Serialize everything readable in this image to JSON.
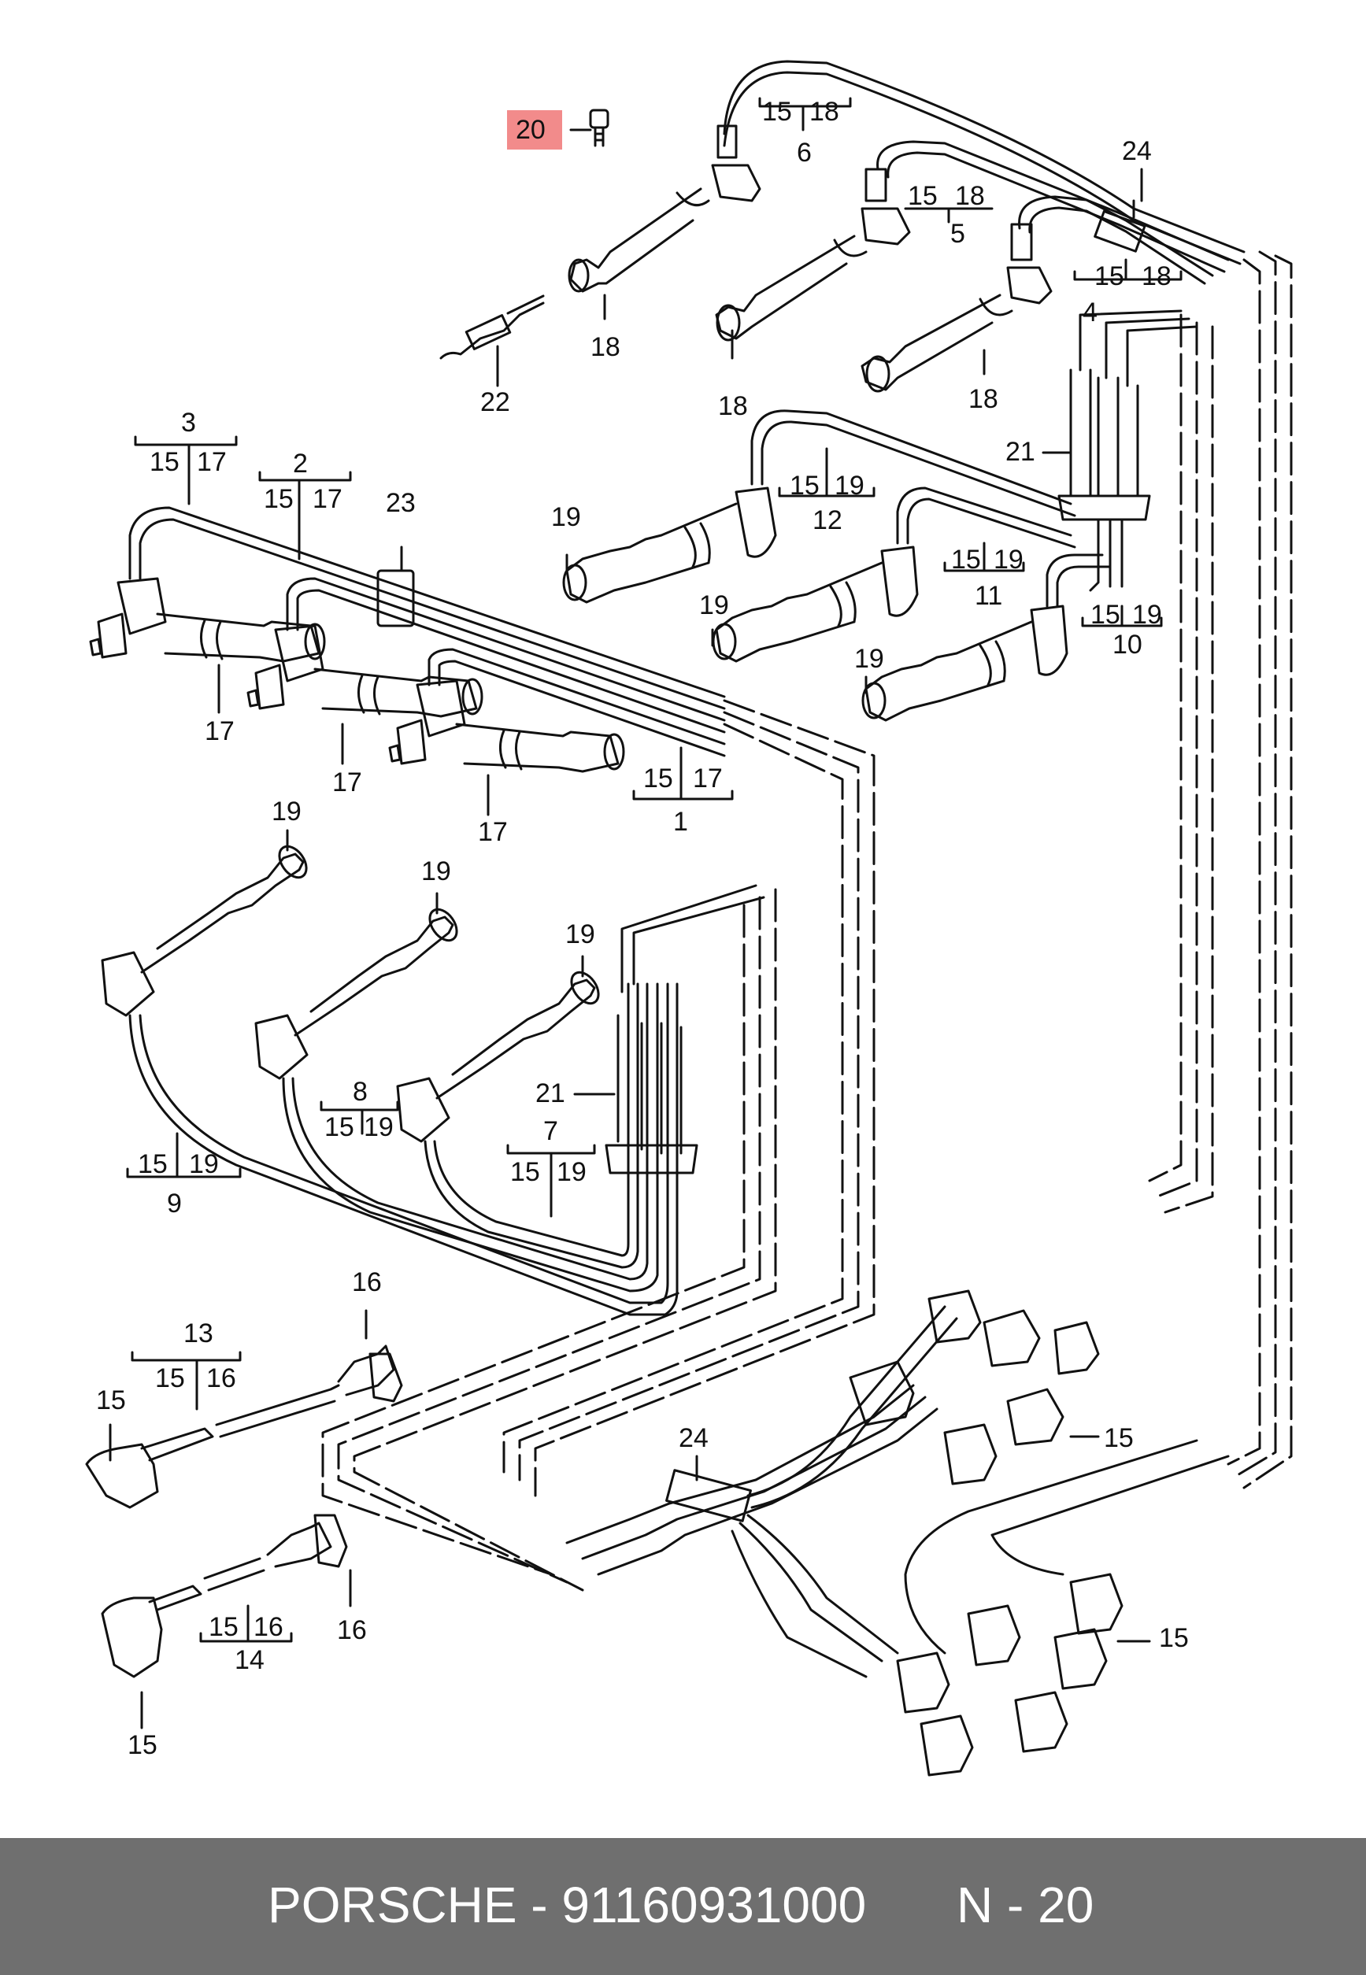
{
  "diagram": {
    "callouts": [
      {
        "id": "c20",
        "text": "20",
        "highlighted": true
      },
      {
        "id": "c6",
        "text": "6"
      },
      {
        "id": "c6a",
        "text": "15"
      },
      {
        "id": "c6b",
        "text": "18"
      },
      {
        "id": "c24a",
        "text": "24"
      },
      {
        "id": "c5",
        "text": "5"
      },
      {
        "id": "c5a",
        "text": "15"
      },
      {
        "id": "c5b",
        "text": "18"
      },
      {
        "id": "c4",
        "text": "4"
      },
      {
        "id": "c4a",
        "text": "15"
      },
      {
        "id": "c4b",
        "text": "18"
      },
      {
        "id": "c18a",
        "text": "18"
      },
      {
        "id": "c18b",
        "text": "18"
      },
      {
        "id": "c18c",
        "text": "18"
      },
      {
        "id": "c22",
        "text": "22"
      },
      {
        "id": "c3",
        "text": "3"
      },
      {
        "id": "c3a",
        "text": "15"
      },
      {
        "id": "c3b",
        "text": "17"
      },
      {
        "id": "c2",
        "text": "2"
      },
      {
        "id": "c2a",
        "text": "15"
      },
      {
        "id": "c2b",
        "text": "17"
      },
      {
        "id": "c23",
        "text": "23"
      },
      {
        "id": "c21a",
        "text": "21"
      },
      {
        "id": "c12",
        "text": "12"
      },
      {
        "id": "c12a",
        "text": "15"
      },
      {
        "id": "c12b",
        "text": "19"
      },
      {
        "id": "c11",
        "text": "11"
      },
      {
        "id": "c11a",
        "text": "15"
      },
      {
        "id": "c11b",
        "text": "19"
      },
      {
        "id": "c10",
        "text": "10"
      },
      {
        "id": "c10a",
        "text": "15"
      },
      {
        "id": "c10b",
        "text": "19"
      },
      {
        "id": "c19a",
        "text": "19"
      },
      {
        "id": "c19b",
        "text": "19"
      },
      {
        "id": "c19c",
        "text": "19"
      },
      {
        "id": "c17a",
        "text": "17"
      },
      {
        "id": "c17b",
        "text": "17"
      },
      {
        "id": "c17c",
        "text": "17"
      },
      {
        "id": "c1",
        "text": "1"
      },
      {
        "id": "c1a",
        "text": "15"
      },
      {
        "id": "c1b",
        "text": "17"
      },
      {
        "id": "c19d",
        "text": "19"
      },
      {
        "id": "c19e",
        "text": "19"
      },
      {
        "id": "c19f",
        "text": "19"
      },
      {
        "id": "c21b",
        "text": "21"
      },
      {
        "id": "c8",
        "text": "8"
      },
      {
        "id": "c8a",
        "text": "15"
      },
      {
        "id": "c8b",
        "text": "19"
      },
      {
        "id": "c7",
        "text": "7"
      },
      {
        "id": "c7a",
        "text": "15"
      },
      {
        "id": "c7b",
        "text": "19"
      },
      {
        "id": "c9",
        "text": "9"
      },
      {
        "id": "c9a",
        "text": "15"
      },
      {
        "id": "c9b",
        "text": "19"
      },
      {
        "id": "c16a",
        "text": "16"
      },
      {
        "id": "c13",
        "text": "13"
      },
      {
        "id": "c13a",
        "text": "15"
      },
      {
        "id": "c13b",
        "text": "16"
      },
      {
        "id": "c15a",
        "text": "15"
      },
      {
        "id": "c24b",
        "text": "24"
      },
      {
        "id": "c15b",
        "text": "15"
      },
      {
        "id": "c14",
        "text": "14"
      },
      {
        "id": "c14a",
        "text": "15"
      },
      {
        "id": "c14b",
        "text": "16"
      },
      {
        "id": "c16b",
        "text": "16"
      },
      {
        "id": "c15c",
        "text": "15"
      },
      {
        "id": "c15d",
        "text": "15"
      }
    ]
  },
  "footer": {
    "brand_part": "PORSCHE - 91160931000",
    "page_ref": "N - 20"
  },
  "colors": {
    "footer_bg": "#6f6f6f",
    "highlight": "#f28b8b",
    "line": "#111111"
  }
}
